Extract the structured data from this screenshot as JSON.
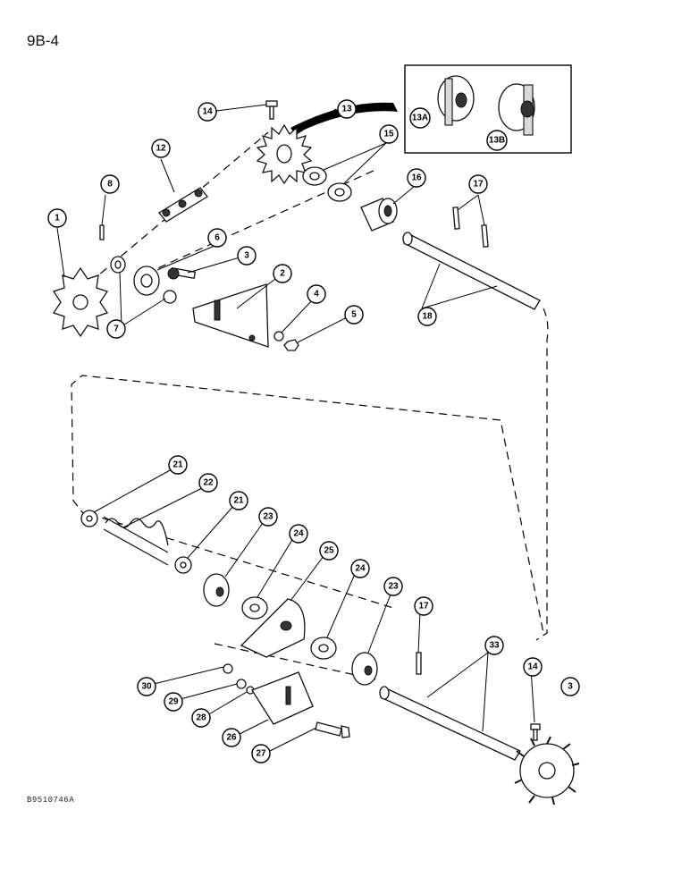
{
  "page": {
    "page_number": "9B-4",
    "figure_code": "B9510746A"
  },
  "callouts": {
    "c1": "1",
    "c2": "2",
    "c3": "3",
    "c4": "4",
    "c5": "5",
    "c6": "6",
    "c7": "7",
    "c8": "8",
    "c12": "12",
    "c13": "13",
    "c13a": "13A",
    "c13b": "13B",
    "c14a": "14",
    "c14b": "14",
    "c15": "15",
    "c16": "16",
    "c17a": "17",
    "c17b": "17",
    "c18": "18",
    "c21a": "21",
    "c21b": "21",
    "c22": "22",
    "c23a": "23",
    "c23b": "23",
    "c24a": "24",
    "c24b": "24",
    "c25": "25",
    "c26": "26",
    "c27": "27",
    "c28": "28",
    "c29": "29",
    "c30": "30",
    "c33": "33",
    "c31": "3"
  }
}
